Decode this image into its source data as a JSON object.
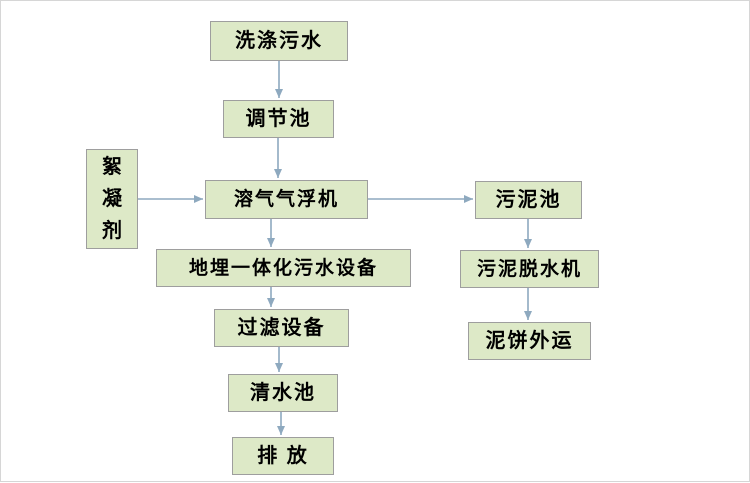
{
  "diagram": {
    "type": "flowchart",
    "nodes": {
      "washing_wastewater": {
        "label": "洗涤污水"
      },
      "regulation_tank": {
        "label": "调节池"
      },
      "flocculant": {
        "label": "絮凝剂"
      },
      "daf_machine": {
        "label": "溶气气浮机"
      },
      "buried_integrated_equipment": {
        "label": "地埋一体化污水设备"
      },
      "filter_equipment": {
        "label": "过滤设备"
      },
      "clean_water_tank": {
        "label": "清水池"
      },
      "discharge": {
        "label": "排 放"
      },
      "sludge_tank": {
        "label": "污泥池"
      },
      "sludge_dewatering_machine": {
        "label": "污泥脱水机"
      },
      "mud_cake_transport": {
        "label": "泥饼外运"
      }
    },
    "edges": [
      {
        "from": "washing_wastewater",
        "to": "regulation_tank"
      },
      {
        "from": "regulation_tank",
        "to": "daf_machine"
      },
      {
        "from": "flocculant",
        "to": "daf_machine"
      },
      {
        "from": "daf_machine",
        "to": "buried_integrated_equipment"
      },
      {
        "from": "daf_machine",
        "to": "sludge_tank"
      },
      {
        "from": "buried_integrated_equipment",
        "to": "filter_equipment"
      },
      {
        "from": "filter_equipment",
        "to": "clean_water_tank"
      },
      {
        "from": "clean_water_tank",
        "to": "discharge"
      },
      {
        "from": "sludge_tank",
        "to": "sludge_dewatering_machine"
      },
      {
        "from": "sludge_dewatering_machine",
        "to": "mud_cake_transport"
      }
    ],
    "colors": {
      "box_bg": "#dde9c7",
      "box_border": "#9e9e9e",
      "arrow_color": "#8ea9bf",
      "text_color": "#000000",
      "page_bg": "#ffffff"
    }
  }
}
